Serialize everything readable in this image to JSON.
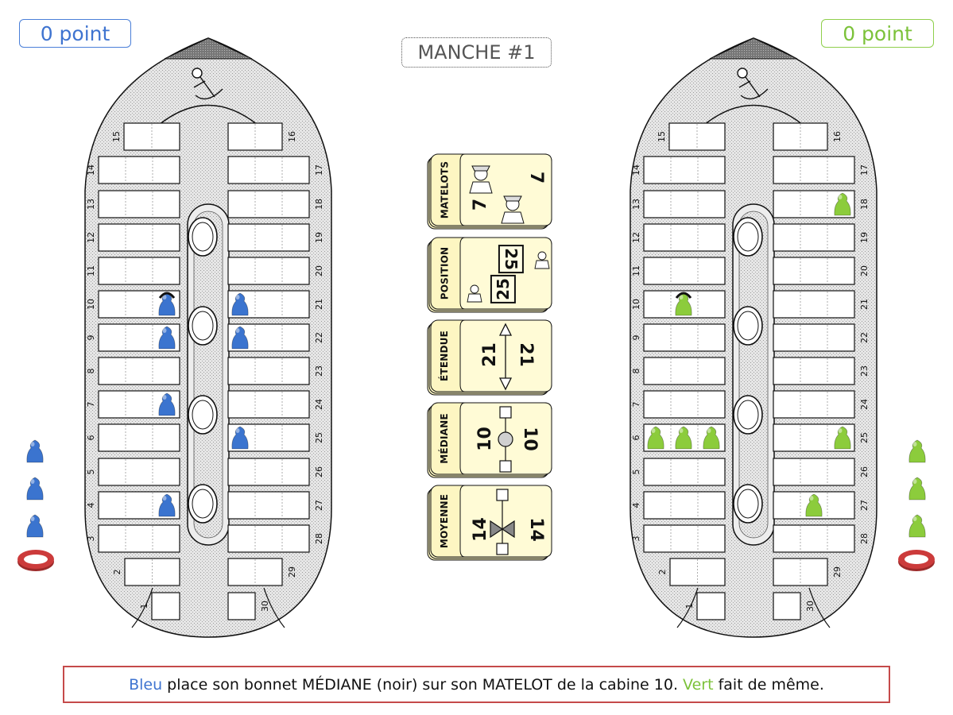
{
  "score": {
    "blue": "0 point",
    "green": "0 point"
  },
  "round": {
    "title": "MANCHE #1"
  },
  "colors": {
    "blue_pawn": "#3b74cf",
    "green_pawn": "#8ccc3c",
    "ring": "#c43a3a",
    "card_bg": "#fffbd6",
    "deck_bg": "#fdf6c2"
  },
  "cards": [
    {
      "label": "MATELOTS",
      "value_a": "7",
      "value_b": "7",
      "icon": "sailor-pair-icon"
    },
    {
      "label": "POSITION",
      "value_a": "25",
      "value_b": "25",
      "icon": "sailor-position-icon"
    },
    {
      "label": "ÉTENDUE",
      "value_a": "21",
      "value_b": "21",
      "icon": "range-arrow-icon"
    },
    {
      "label": "MÉDIANE",
      "value_a": "10",
      "value_b": "10",
      "icon": "median-dot-icon"
    },
    {
      "label": "MOYENNE",
      "value_a": "14",
      "value_b": "14",
      "icon": "balance-icon"
    }
  ],
  "message": {
    "blue_name": "Bleu",
    "text": "place son bonnet MÉDIANE (noir) sur son MATELOT de la cabine 10.",
    "green_name": "Vert",
    "tail": "fait de même."
  },
  "boats": {
    "blue": {
      "pawns_in_cabins": [
        4,
        7,
        9,
        10,
        21,
        22,
        25
      ],
      "ringed_cabin": 10,
      "reserve_pawns": 3
    },
    "green": {
      "pawns_in_cabins": [
        6,
        6,
        6,
        10,
        18,
        25,
        27
      ],
      "ringed_cabin": 10,
      "reserve_pawns": 3
    },
    "cabin_numbers": [
      1,
      2,
      3,
      4,
      5,
      6,
      7,
      8,
      9,
      10,
      11,
      12,
      13,
      14,
      15,
      16,
      17,
      18,
      19,
      20,
      21,
      22,
      23,
      24,
      25,
      26,
      27,
      28,
      29,
      30
    ]
  }
}
